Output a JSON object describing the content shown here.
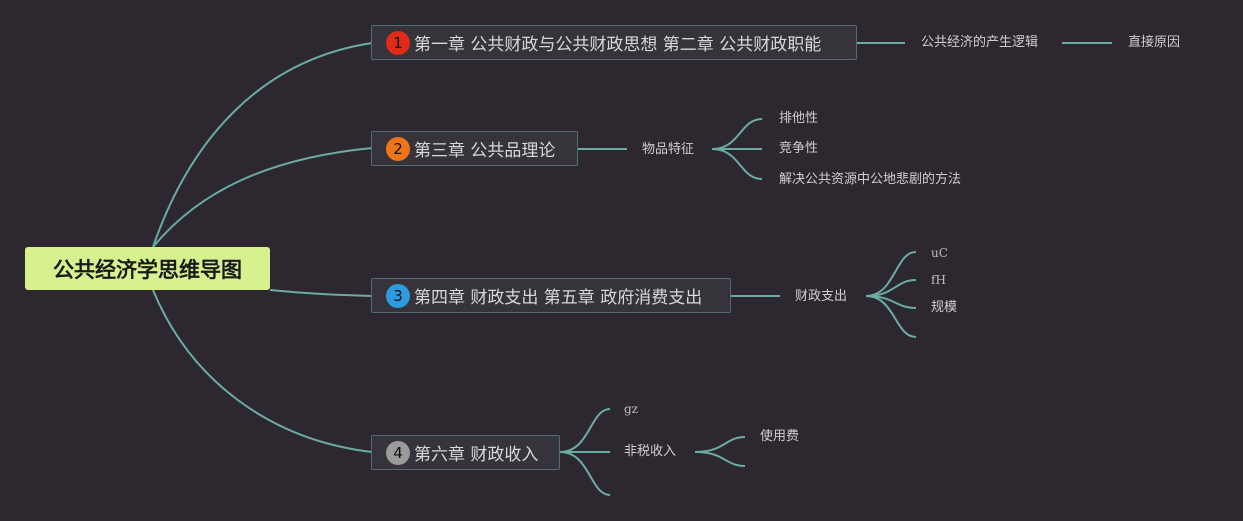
{
  "root": {
    "label": "公共经济学思维导图"
  },
  "topics": [
    {
      "number": "1",
      "label": "第一章 公共财政与公共财政思想 第二章 公共财政职能",
      "badge_color": "#e02b18"
    },
    {
      "number": "2",
      "label": "第三章 公共品理论",
      "badge_color": "#ee7418"
    },
    {
      "number": "3",
      "label": "第四章 财政支出 第五章 政府消费支出",
      "badge_color": "#2d9be0"
    },
    {
      "number": "4",
      "label": "第六章 财政收入",
      "badge_color": "#9a9a9a"
    }
  ],
  "topic1": {
    "sub": "公共经济的产生逻辑",
    "leaf": "直接原因"
  },
  "topic2": {
    "sub": "物品特征",
    "leaves": [
      "排他性",
      "竞争性",
      "解决公共资源中公地悲剧的方法"
    ]
  },
  "topic3": {
    "sub": "财政支出",
    "leaves": [
      "uC",
      "fH",
      "规模",
      ""
    ]
  },
  "topic4": {
    "subs": [
      "gz",
      "非税收入",
      ""
    ],
    "nontax_leaves": [
      "使用费",
      ""
    ]
  },
  "colors": {
    "background": "#2d2830",
    "root_fill": "#d7f18f",
    "connector": "#6aaca3",
    "topic_border": "#4f6e73"
  }
}
